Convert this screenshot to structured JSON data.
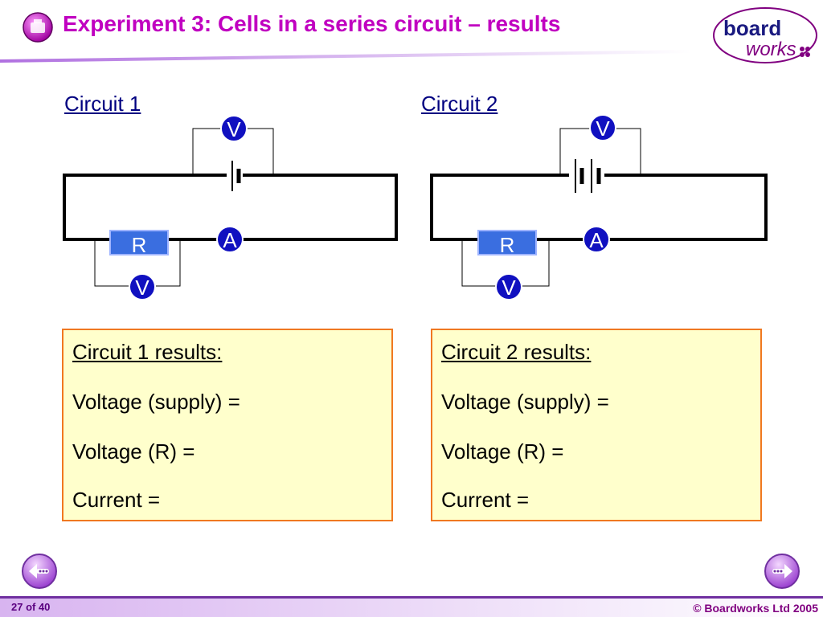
{
  "header": {
    "title": "Experiment 3: Cells in a series circuit – results"
  },
  "logo": {
    "line1": "board",
    "line2": "works"
  },
  "circuit1": {
    "label": "Circuit 1",
    "voltmeter_top": "V",
    "resistor": "R",
    "ammeter": "A",
    "voltmeter_bottom": "V",
    "cells": 1
  },
  "circuit2": {
    "label": "Circuit 2",
    "voltmeter_top": "V",
    "resistor": "R",
    "ammeter": "A",
    "voltmeter_bottom": "V",
    "cells": 2
  },
  "results1": {
    "heading": "Circuit 1 results:",
    "line1": "Voltage (supply) =",
    "line2": "Voltage (R) =",
    "line3": "Current ="
  },
  "results2": {
    "heading": "Circuit 2 results:",
    "line1": "Voltage (supply) =",
    "line2": "Voltage (R) =",
    "line3": "Current ="
  },
  "footer": {
    "page_counter": "27 of 40",
    "copyright": "© Boardworks Ltd 2005"
  },
  "colors": {
    "title": "#c000c0",
    "meter_fill": "#1010c0",
    "resistor_fill": "#3a6ee0",
    "results_border": "#f07820",
    "results_fill": "#ffffcc"
  }
}
